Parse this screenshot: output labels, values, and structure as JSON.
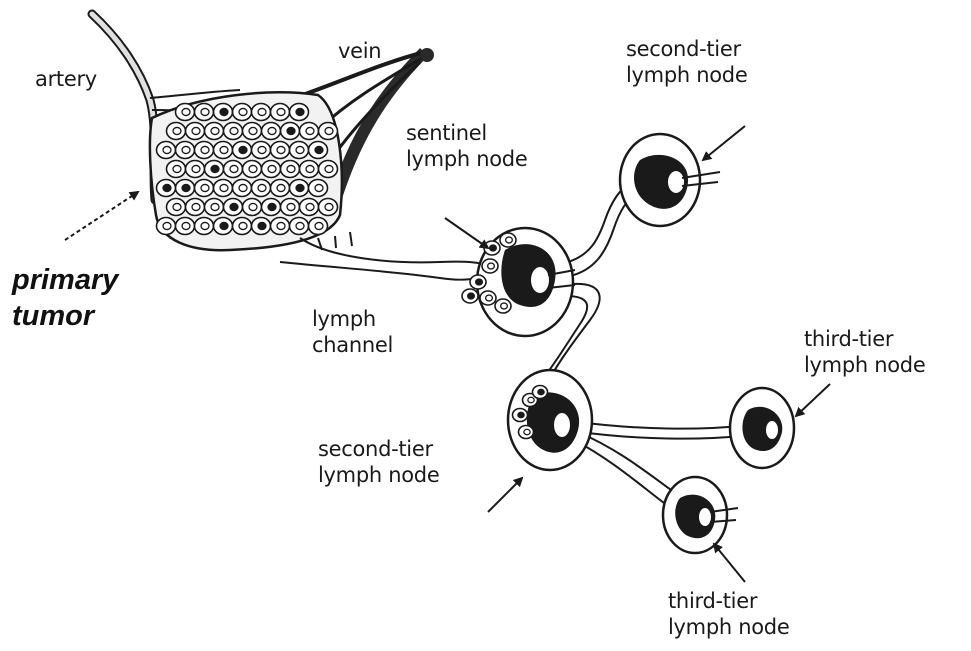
{
  "labels": {
    "artery": "artery",
    "vein": "vein",
    "primary_tumor": [
      "primary",
      "tumor"
    ],
    "sentinel_node": [
      "sentinel",
      "lymph node"
    ],
    "second_tier_top": [
      "second-tier",
      "lymph node"
    ],
    "lymph_channel": [
      "lymph",
      "channel"
    ],
    "second_tier_bottom": [
      "second-tier",
      "lymph node"
    ],
    "third_tier_right": [
      "third-tier",
      "lymph node"
    ],
    "third_tier_bottom": [
      "third-tier",
      "lymph node"
    ]
  },
  "colors": {
    "ink": "#1a1a1a",
    "vein_fill": "#2a2a2a",
    "vessel_fill": "#d9d9d9"
  }
}
